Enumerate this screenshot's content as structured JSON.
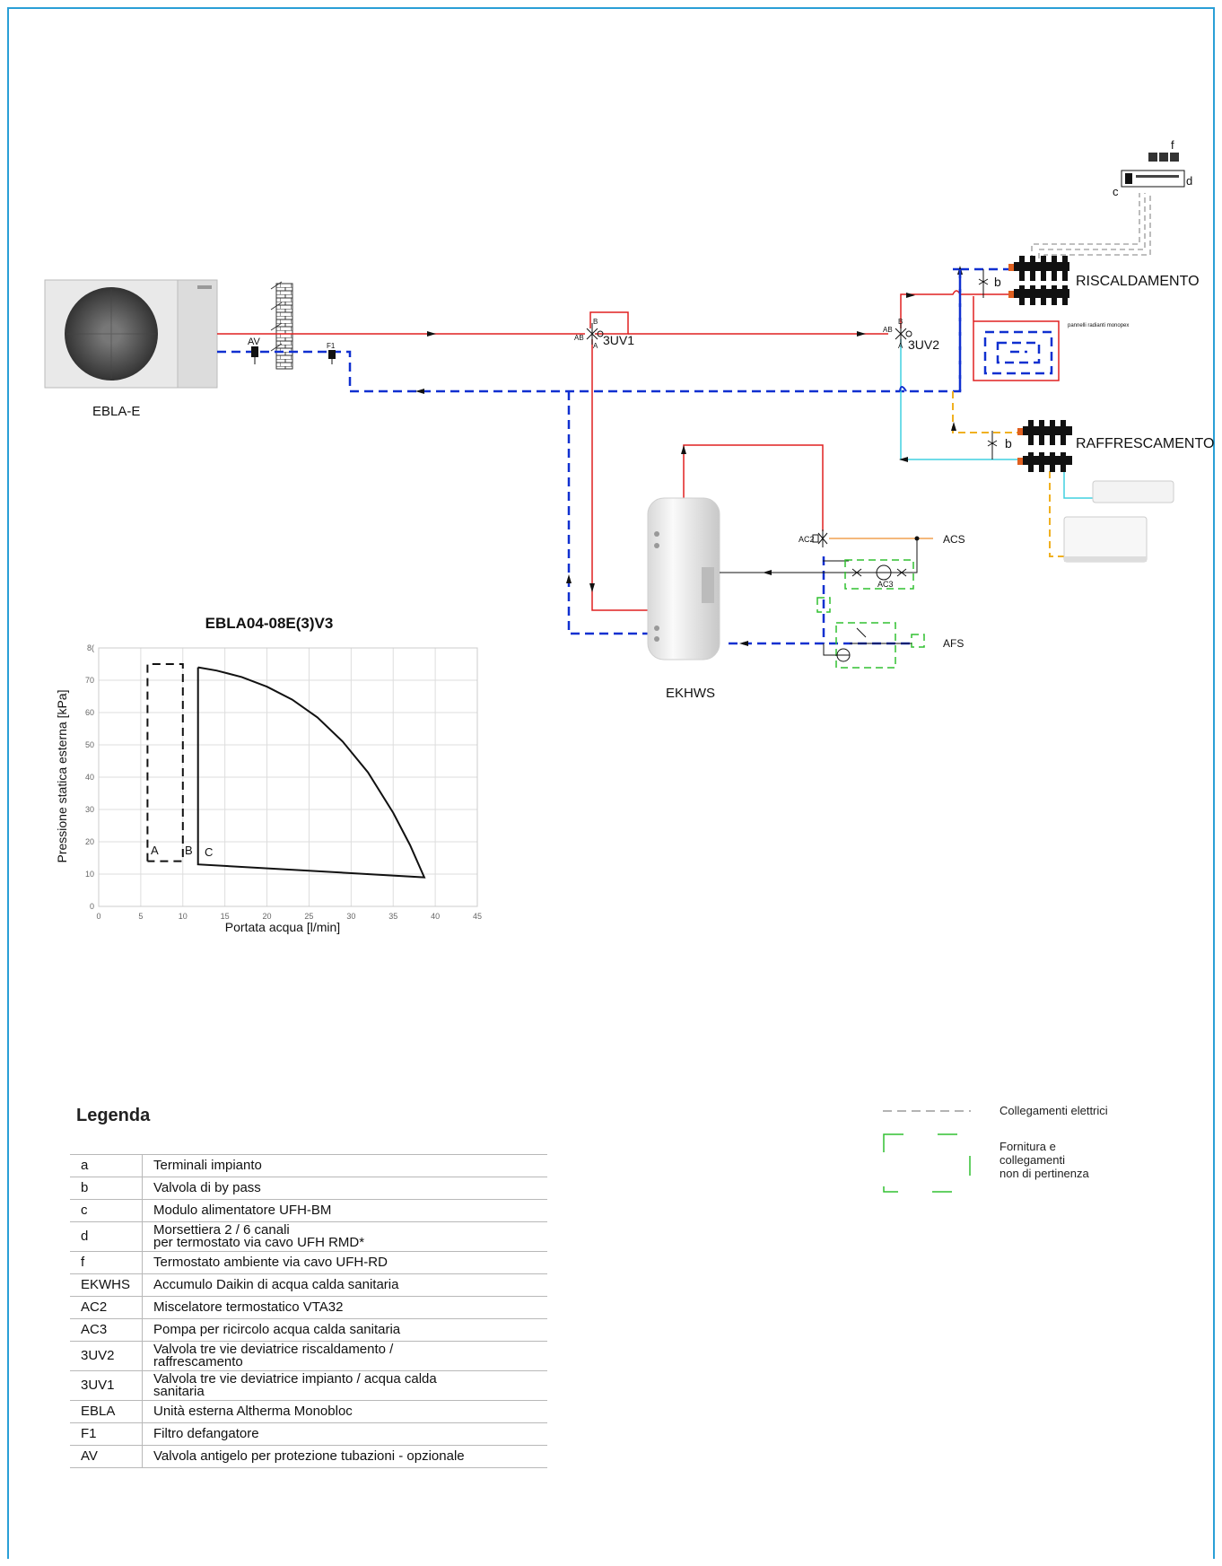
{
  "labels": {
    "outdoor_unit": "EBLA-E",
    "av": "AV",
    "f1": "F1",
    "valve_3uv1": "3UV1",
    "valve_3uv2": "3UV2",
    "port_ab": "AB",
    "port_a": "A",
    "port_b": "B",
    "heating": "RISCALDAMENTO",
    "cooling": "RAFFRESCAMENTO",
    "bypass_b": "b",
    "term_c": "c",
    "term_d": "d",
    "term_f": "f",
    "panels": "pannelli radianti monopex",
    "tank": "EKHWS",
    "ac2": "AC2",
    "ac3": "AC3",
    "acs": "ACS",
    "afs": "AFS"
  },
  "chart_data": {
    "type": "line",
    "title": "EBLA04-08E(3)V3",
    "xlabel": "Portata acqua [l/min]",
    "ylabel": "Pressione statica esterna [kPa]",
    "xlim": [
      0,
      45
    ],
    "ylim": [
      0,
      80
    ],
    "x_ticks": [
      "0",
      "5",
      "10",
      "15",
      "20",
      "25",
      "30",
      "35",
      "40",
      "45"
    ],
    "y_ticks": [
      "0",
      "10",
      "20",
      "30",
      "40",
      "50",
      "60",
      "70",
      "8("
    ],
    "grid": true,
    "series": [
      {
        "name": "A",
        "style": "dashed",
        "points": [
          [
            5.8,
            14
          ],
          [
            5.8,
            75
          ],
          [
            10,
            75
          ],
          [
            10,
            14
          ],
          [
            5.8,
            14
          ]
        ]
      },
      {
        "name": "B",
        "style": "solid",
        "points": [
          [
            11.8,
            74
          ],
          [
            14,
            73
          ],
          [
            17,
            71
          ],
          [
            20,
            68
          ],
          [
            23,
            64
          ],
          [
            26,
            58.5
          ],
          [
            29,
            51
          ],
          [
            32,
            41.5
          ],
          [
            35,
            29
          ],
          [
            37,
            19
          ],
          [
            38.7,
            9
          ],
          [
            11.8,
            13
          ],
          [
            11.8,
            74
          ]
        ]
      }
    ],
    "annotations": [
      "A",
      "B",
      "C"
    ]
  },
  "legend": {
    "title": "Legenda",
    "rows": [
      {
        "code": "a",
        "desc": "Terminali impianto"
      },
      {
        "code": "b",
        "desc": "Valvola di by pass"
      },
      {
        "code": "c",
        "desc": "Modulo alimentatore UFH-BM"
      },
      {
        "code": "d",
        "desc": "Morsettiera 2 / 6 canali\nper termostato via cavo UFH RMD*"
      },
      {
        "code": "f",
        "desc": "Termostato ambiente via cavo UFH-RD"
      },
      {
        "code": "EKWHS",
        "desc": "Accumulo Daikin di acqua calda sanitaria"
      },
      {
        "code": "AC2",
        "desc": "Miscelatore termostatico VTA32"
      },
      {
        "code": "AC3",
        "desc": "Pompa per ricircolo acqua calda sanitaria"
      },
      {
        "code": "3UV2",
        "desc": "Valvola tre vie deviatrice riscaldamento /\nraffrescamento"
      },
      {
        "code": "3UV1",
        "desc": "Valvola tre vie deviatrice impianto /  acqua calda\nsanitaria"
      },
      {
        "code": "EBLA",
        "desc": "Unità esterna Altherma Monobloc"
      },
      {
        "code": "F1",
        "desc": "Filtro defangatore"
      },
      {
        "code": "AV",
        "desc": "Valvola antigelo per protezione tubazioni - opzionale"
      }
    ]
  },
  "aux_legend": {
    "electrical": "Collegamenti elettrici",
    "supply": "Fornitura e\ncollegamenti\nnon di pertinenza"
  },
  "colors": {
    "frame": "#2a9fd6",
    "flow_red": "#e02020",
    "return_blue": "#1030d0",
    "cold_cyan": "#40d0e0",
    "yellow_line": "#f0b020",
    "acs_orange": "#f0a050",
    "green_box": "#30c030"
  }
}
